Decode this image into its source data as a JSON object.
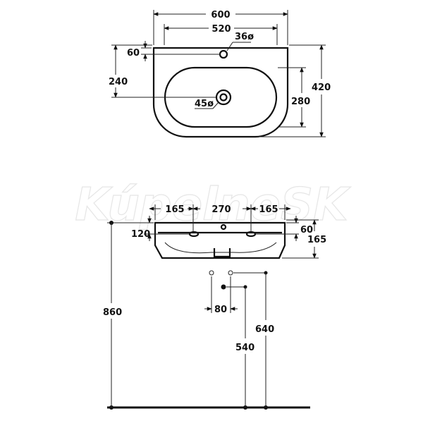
{
  "watermark": "KúpelneSK",
  "top_view": {
    "overall_width": "600",
    "inner_width": "520",
    "tap_hole": "36ø",
    "rim_to_tap": "60",
    "wall_to_drain": "240",
    "drain_hole": "45ø",
    "bowl_depth": "280",
    "overall_depth": "420"
  },
  "front_view": {
    "left_spacing": "165",
    "middle_spacing": "270",
    "right_spacing": "165",
    "fixing_height": "120",
    "rim_height": "60",
    "basin_height": "165",
    "waste_spacing": "80",
    "total_height": "860",
    "waste_outlet_height": "540",
    "supply_height": "640"
  }
}
